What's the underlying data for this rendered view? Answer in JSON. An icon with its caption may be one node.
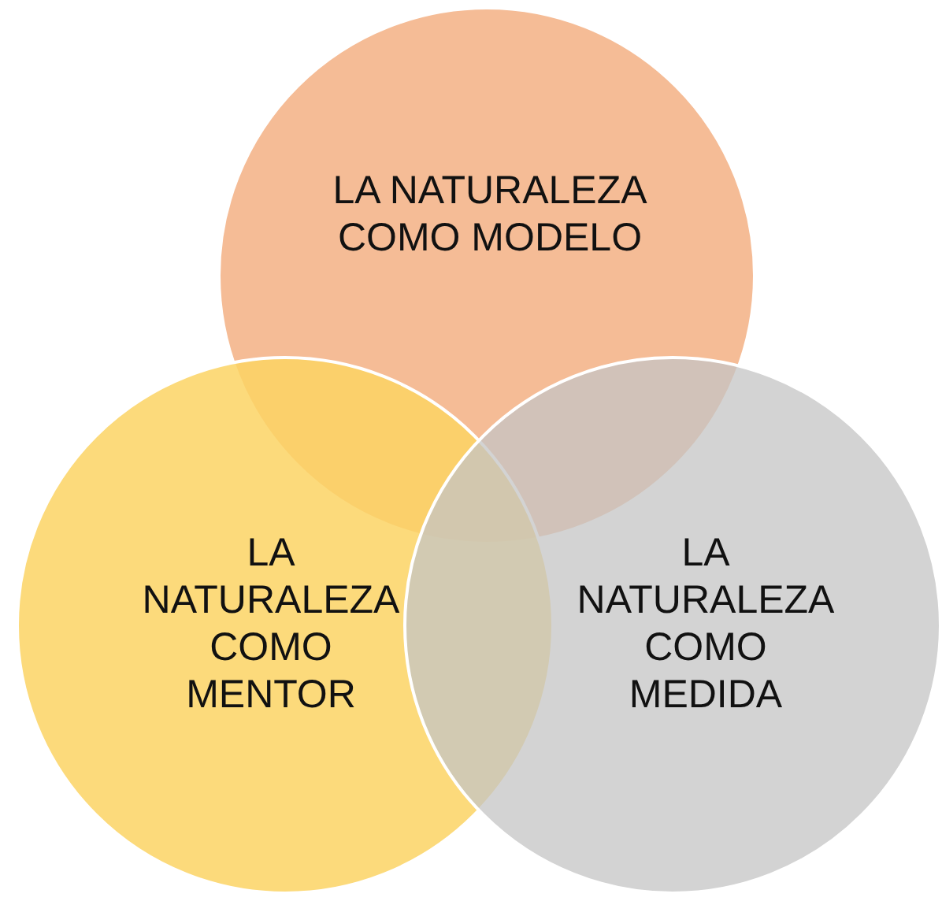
{
  "diagram": {
    "nodes": [
      {
        "text": [
          "LA NATURALEZA COMO MODELO"
        ]
      },
      {
        "text": [
          "LA NATURALEZA COMO MENTOR"
        ]
      },
      {
        "text": [
          "LA NATURALEZA COMO MEDIDA"
        ]
      }
    ],
    "edges": []
  }
}
